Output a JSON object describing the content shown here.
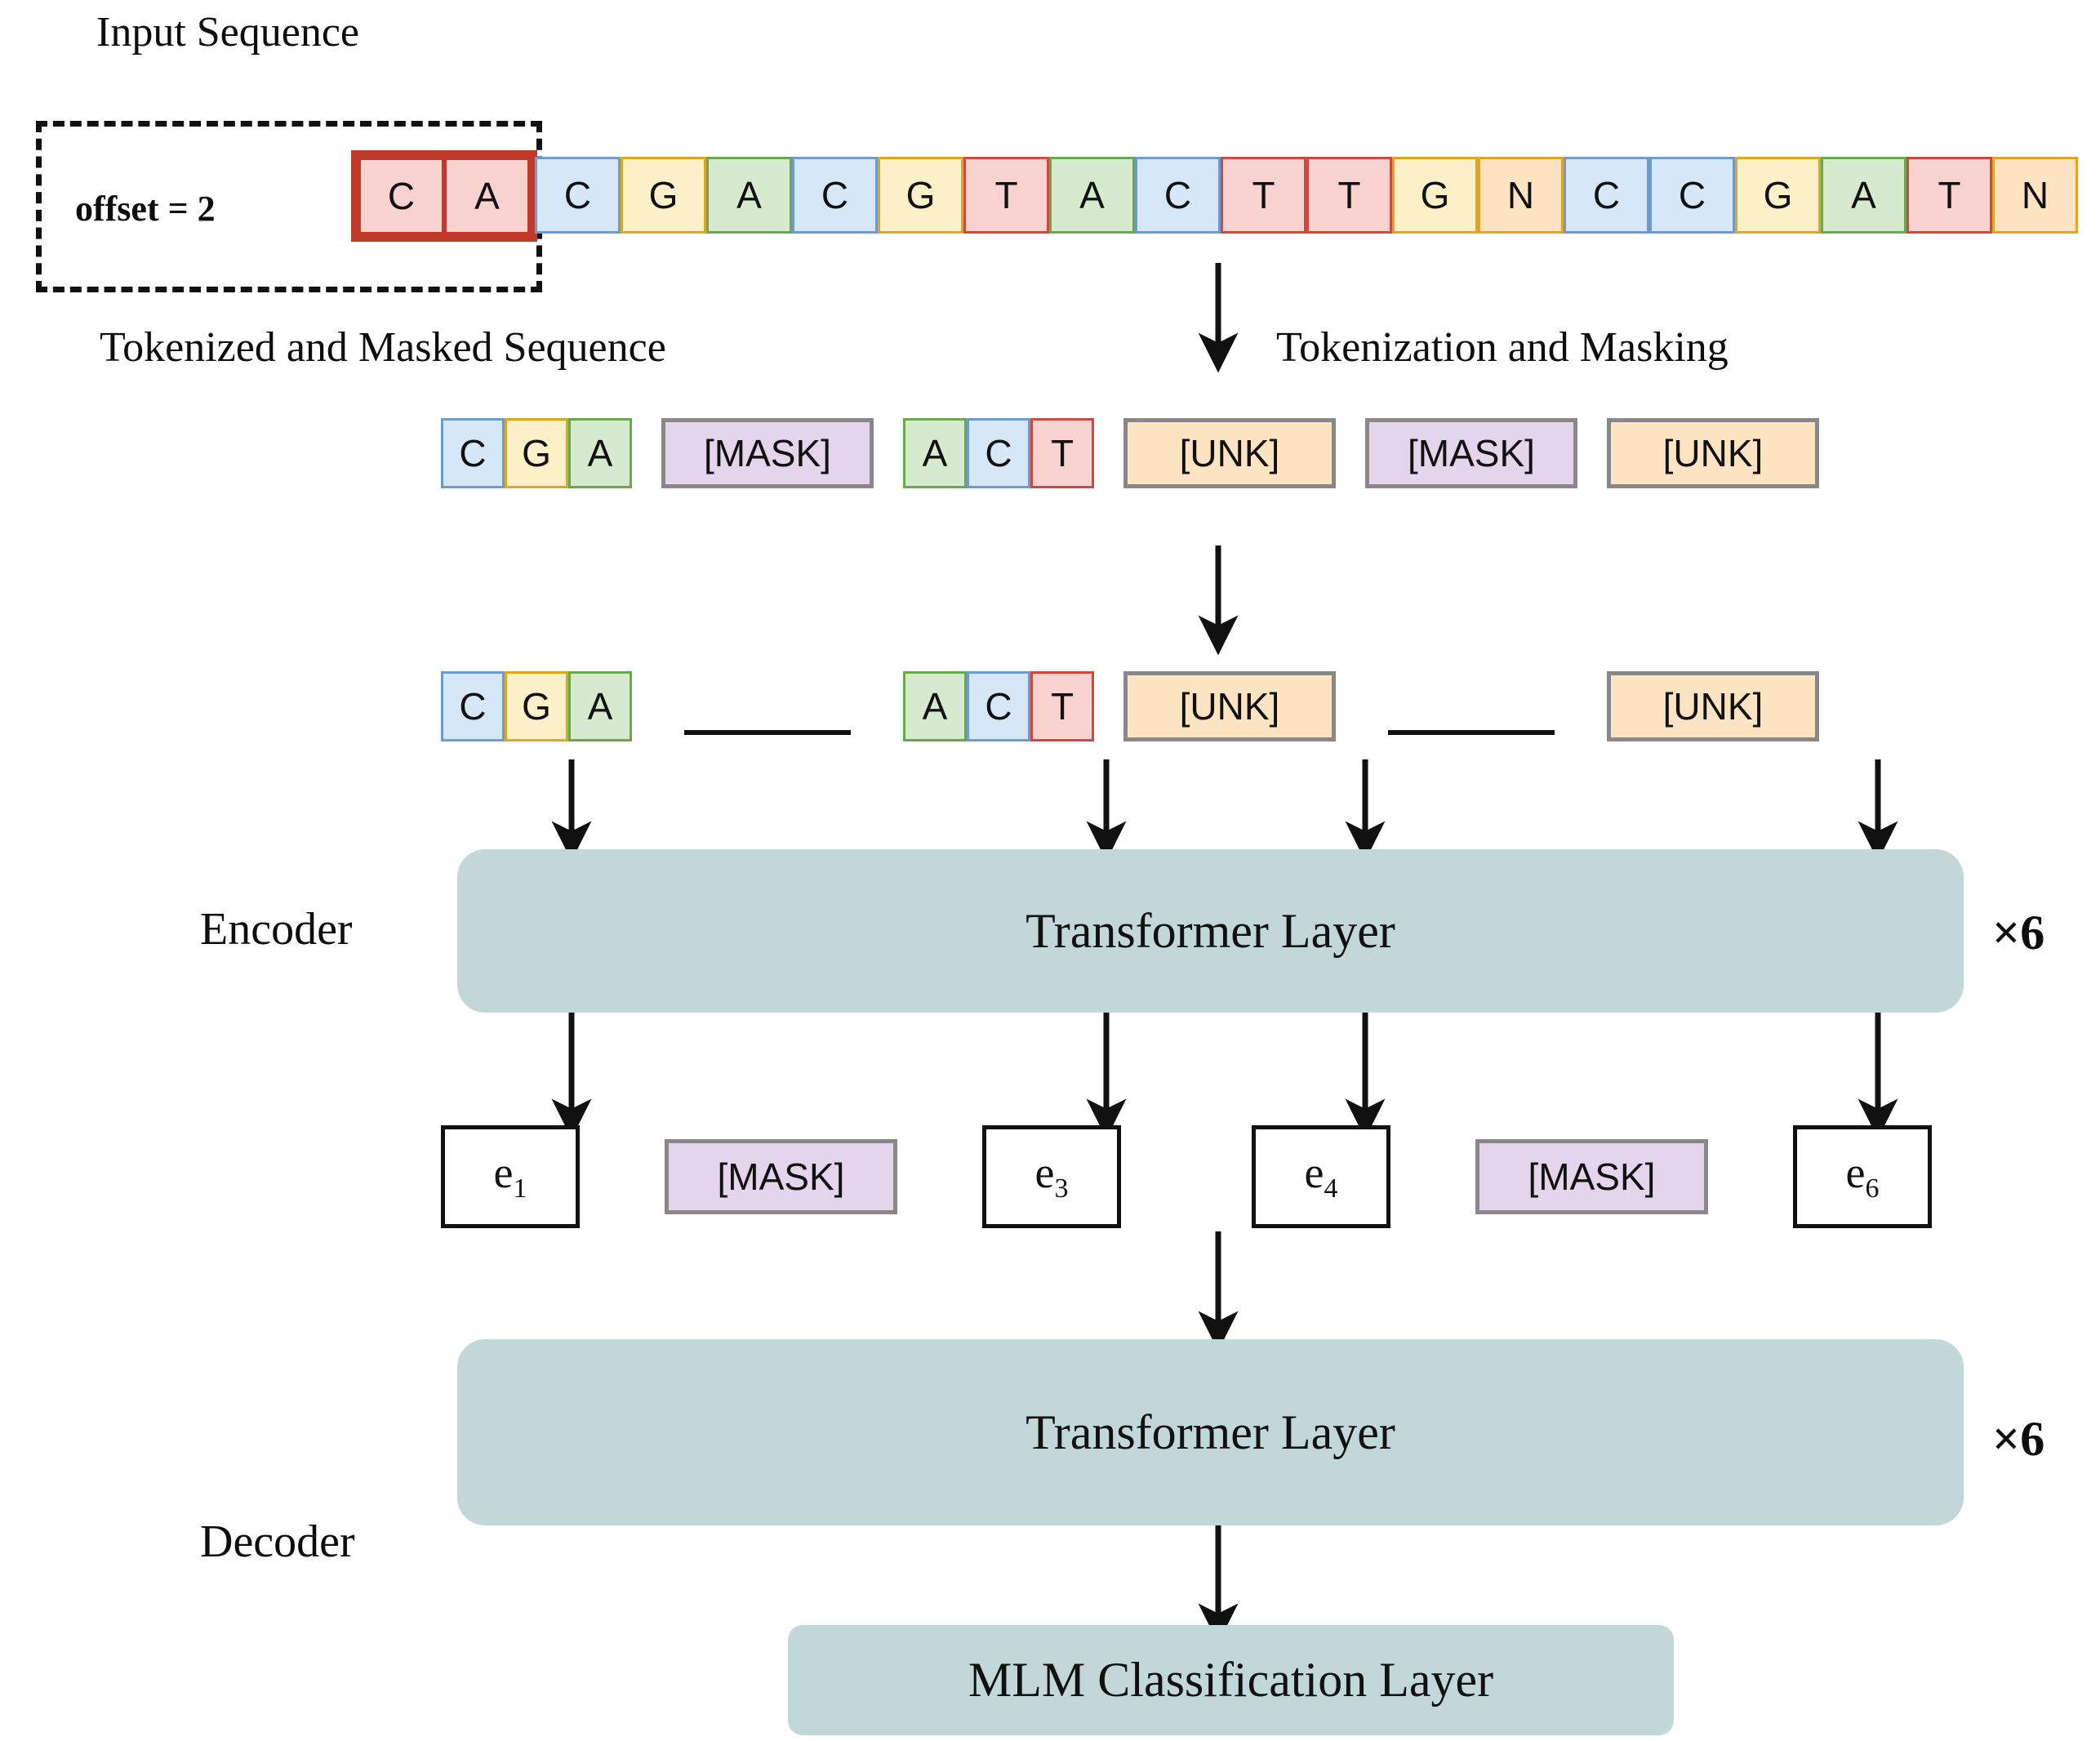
{
  "title": "Masked Language Model Pretraining Diagram",
  "labels": {
    "input_sequence": "Input Sequence",
    "tokenized_masked": "Tokenized and Masked Sequence",
    "tokenization_masking": "Tokenization and Masking",
    "encoder": "Encoder",
    "decoder": "Decoder",
    "transformer_layer": "Transformer Layer",
    "mlm_classification": "MLM Classification Layer",
    "repeat_encoder": "×6",
    "repeat_decoder": "×6",
    "offset": "offset = 2"
  },
  "colors": {
    "C": "#d6e7f8",
    "C_border": "#6d9bd1",
    "G": "#fcf0c9",
    "G_border": "#dda81f",
    "A": "#d6eacd",
    "A_border": "#6aa84f",
    "T": "#f7d2cf",
    "T_border": "#cc4b3e",
    "N": "#fce3c2",
    "N_border": "#e2a327",
    "MASK": "#e4d5ec",
    "MASK_border": "#8e6fae",
    "UNK": "#fce3c2",
    "UNK_border": "#e2a327",
    "slab": "#c2d8d8",
    "offset_highlight": "#c0392b"
  },
  "input_sequence": {
    "offset_bases": [
      "C",
      "A"
    ],
    "bases": [
      "C",
      "G",
      "A",
      "C",
      "G",
      "T",
      "A",
      "C",
      "T",
      "T",
      "G",
      "N",
      "C",
      "C",
      "G",
      "A",
      "T",
      "N"
    ]
  },
  "tokenized_row": [
    {
      "kind": "triplet",
      "bases": [
        "C",
        "G",
        "A"
      ]
    },
    {
      "kind": "token",
      "text": "[MASK]",
      "style": "MASK"
    },
    {
      "kind": "triplet",
      "bases": [
        "A",
        "C",
        "T"
      ]
    },
    {
      "kind": "token",
      "text": "[UNK]",
      "style": "UNK"
    },
    {
      "kind": "token",
      "text": "[MASK]",
      "style": "MASK"
    },
    {
      "kind": "token",
      "text": "[UNK]",
      "style": "UNK"
    }
  ],
  "encoder_input_row": [
    {
      "kind": "triplet",
      "bases": [
        "C",
        "G",
        "A"
      ]
    },
    {
      "kind": "blank"
    },
    {
      "kind": "triplet",
      "bases": [
        "A",
        "C",
        "T"
      ]
    },
    {
      "kind": "token",
      "text": "[UNK]",
      "style": "UNK"
    },
    {
      "kind": "blank"
    },
    {
      "kind": "token",
      "text": "[UNK]",
      "style": "UNK"
    }
  ],
  "embedding_row": [
    {
      "kind": "embedding",
      "base": "e",
      "index": "1"
    },
    {
      "kind": "token",
      "text": "[MASK]",
      "style": "MASK"
    },
    {
      "kind": "embedding",
      "base": "e",
      "index": "3"
    },
    {
      "kind": "embedding",
      "base": "e",
      "index": "4"
    },
    {
      "kind": "token",
      "text": "[MASK]",
      "style": "MASK"
    },
    {
      "kind": "embedding",
      "base": "e",
      "index": "6"
    }
  ]
}
